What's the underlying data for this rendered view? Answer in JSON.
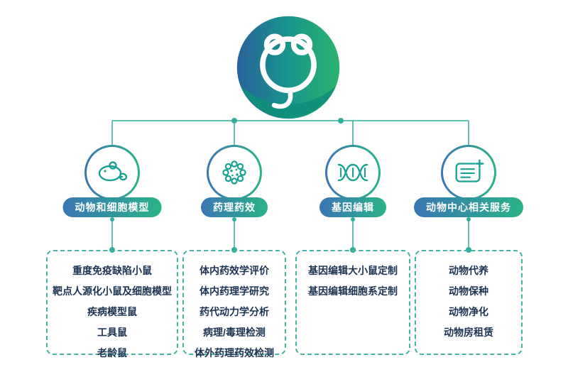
{
  "colors": {
    "blue": "#3b76b4",
    "green": "#2ab388",
    "teal": "#2fae9e",
    "text": "#1c3453",
    "dash": "#44b3a4",
    "logo_dark": "#2a5f9c",
    "logo_mid": "#17958c",
    "logo_light": "#2eb46d"
  },
  "logo": {
    "icon": "mouse-logo"
  },
  "categories": [
    {
      "label": "动物和细胞模型",
      "icon": "mouse-icon",
      "items": [
        "重度免疫缺陷小鼠",
        "靶点人源化小鼠及细胞模型",
        "疾病模型鼠",
        "工具鼠",
        "老龄鼠"
      ]
    },
    {
      "label": "药理药效",
      "icon": "virus-icon",
      "items": [
        "体内药效学评价",
        "体内药理学研究",
        "药代动力学分析",
        "病理/毒理检测",
        "体外药理药效检测"
      ]
    },
    {
      "label": "基因编辑",
      "icon": "dna-icon",
      "items": [
        "基因编辑大小鼠定制",
        "基因编辑细胞系定制"
      ]
    },
    {
      "label": "动物中心相关服务",
      "icon": "plus-card-icon",
      "items": [
        "动物代养",
        "动物保种",
        "动物净化",
        "动物房租赁"
      ]
    }
  ]
}
